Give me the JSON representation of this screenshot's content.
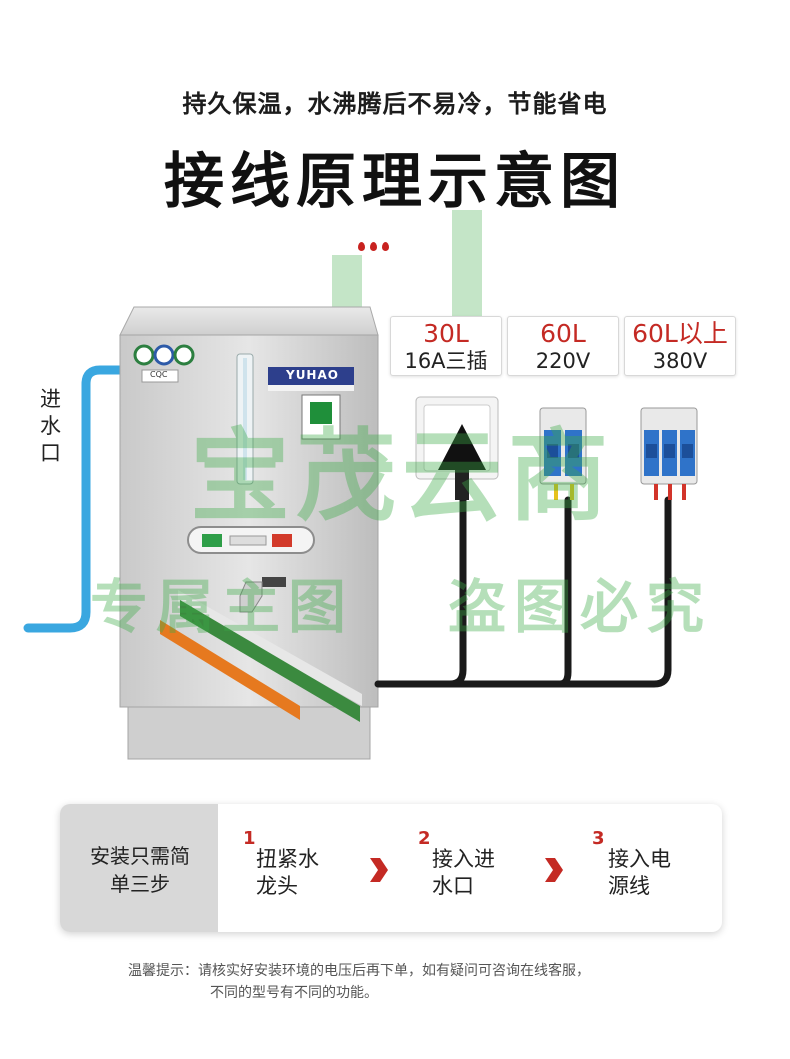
{
  "header": {
    "subtitle": "持久保温，水沸腾后不易冷，节能省电",
    "title": "接线原理示意图"
  },
  "inlet_label": "进水口",
  "specs": [
    {
      "capacity": "30L",
      "value": "16A三插"
    },
    {
      "capacity": "60L",
      "value": "220V"
    },
    {
      "capacity": "60L以上",
      "value": "380V"
    }
  ],
  "boiler": {
    "brand": "YUHAO",
    "cert_label": "CQC"
  },
  "watermark": {
    "big": "宝茂云商",
    "line1": "专属主图",
    "line2": "盗图必究"
  },
  "steps_panel": {
    "heading": "安装只需简单三步",
    "steps": [
      {
        "num": "1",
        "text": "扭紧水龙头"
      },
      {
        "num": "2",
        "text": "接入进水口"
      },
      {
        "num": "3",
        "text": "接入电源线"
      }
    ]
  },
  "note": {
    "line1": "温馨提示：请核实好安装环境的电压后再下单，如有疑问可咨询在线客服，",
    "line2": "不同的型号有不同的功能。"
  },
  "colors": {
    "accent_red": "#c42a24",
    "pipe_blue": "#3aa7e0",
    "cable_black": "#1a1a1a",
    "steel": "#d4d4d4",
    "breaker_blue": "#2f73c9",
    "watermark_green": "#3caa46"
  }
}
